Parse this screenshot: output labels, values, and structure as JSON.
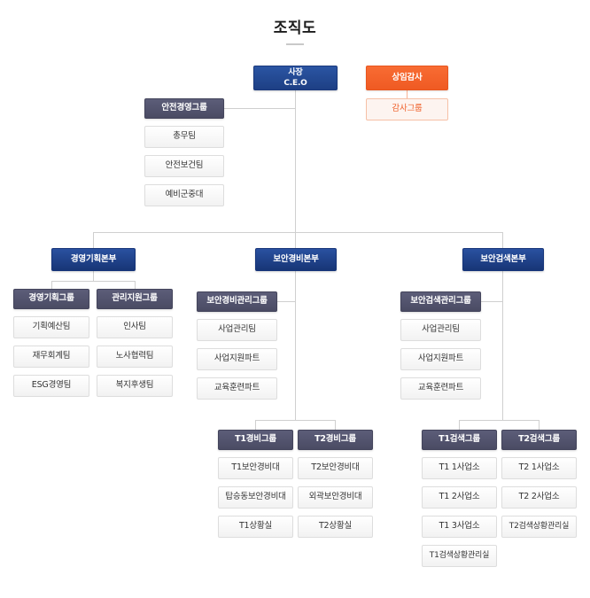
{
  "page": {
    "title": "조직도"
  },
  "colors": {
    "ceo": "#234a93",
    "division": "#1d3f8f",
    "group": "#545570",
    "audit": "#f4612c",
    "audit_sub_text": "#ef5f29",
    "leaf_bg": "#fafafa",
    "line": "#cfcfcf"
  },
  "nodes": {
    "ceo": {
      "line1": "사장",
      "line2": "C.E.O"
    },
    "audit": {
      "label": "상임감사"
    },
    "audit_group": {
      "label": "감사그룹"
    },
    "safety_group": {
      "label": "안전경영그룹"
    },
    "safety_teams": [
      {
        "label": "총무팀"
      },
      {
        "label": "안전보건팀"
      },
      {
        "label": "예비군중대"
      }
    ],
    "divisions": [
      {
        "label": "경영기획본부"
      },
      {
        "label": "보안경비본부"
      },
      {
        "label": "보안검색본부"
      }
    ],
    "groups": {
      "mgmt_plan": {
        "label": "경영기획그룹"
      },
      "mgmt_support": {
        "label": "관리지원그룹"
      },
      "sec_guard_mgmt": {
        "label": "보안경비관리그룹"
      },
      "sec_screen_mgmt": {
        "label": "보안검색관리그룹"
      },
      "t1_guard": {
        "label": "T1경비그룹"
      },
      "t2_guard": {
        "label": "T2경비그룹"
      },
      "t1_screen": {
        "label": "T1검색그룹"
      },
      "t2_screen": {
        "label": "T2검색그룹"
      }
    },
    "teams": {
      "mgmt_plan": [
        {
          "label": "기획예산팀"
        },
        {
          "label": "재무회계팀"
        },
        {
          "label": "ESG경영팀"
        }
      ],
      "mgmt_support": [
        {
          "label": "인사팀"
        },
        {
          "label": "노사협력팀"
        },
        {
          "label": "복지후생팀"
        }
      ],
      "sec_guard_mgmt": [
        {
          "label": "사업관리팀"
        },
        {
          "label": "사업지원파트"
        },
        {
          "label": "교육훈련파트"
        }
      ],
      "sec_screen_mgmt": [
        {
          "label": "사업관리팀"
        },
        {
          "label": "사업지원파트"
        },
        {
          "label": "교육훈련파트"
        }
      ],
      "t1_guard": [
        {
          "label": "T1보안경비대"
        },
        {
          "label": "탑승동보안경비대"
        },
        {
          "label": "T1상황실"
        }
      ],
      "t2_guard": [
        {
          "label": "T2보안경비대"
        },
        {
          "label": "외곽보안경비대"
        },
        {
          "label": "T2상황실"
        }
      ],
      "t1_screen": [
        {
          "label": "T1 1사업소"
        },
        {
          "label": "T1 2사업소"
        },
        {
          "label": "T1 3사업소"
        },
        {
          "label": "T1검색상황관리실"
        }
      ],
      "t2_screen": [
        {
          "label": "T2 1사업소"
        },
        {
          "label": "T2 2사업소"
        },
        {
          "label": "T2검색상황관리실"
        }
      ]
    }
  }
}
